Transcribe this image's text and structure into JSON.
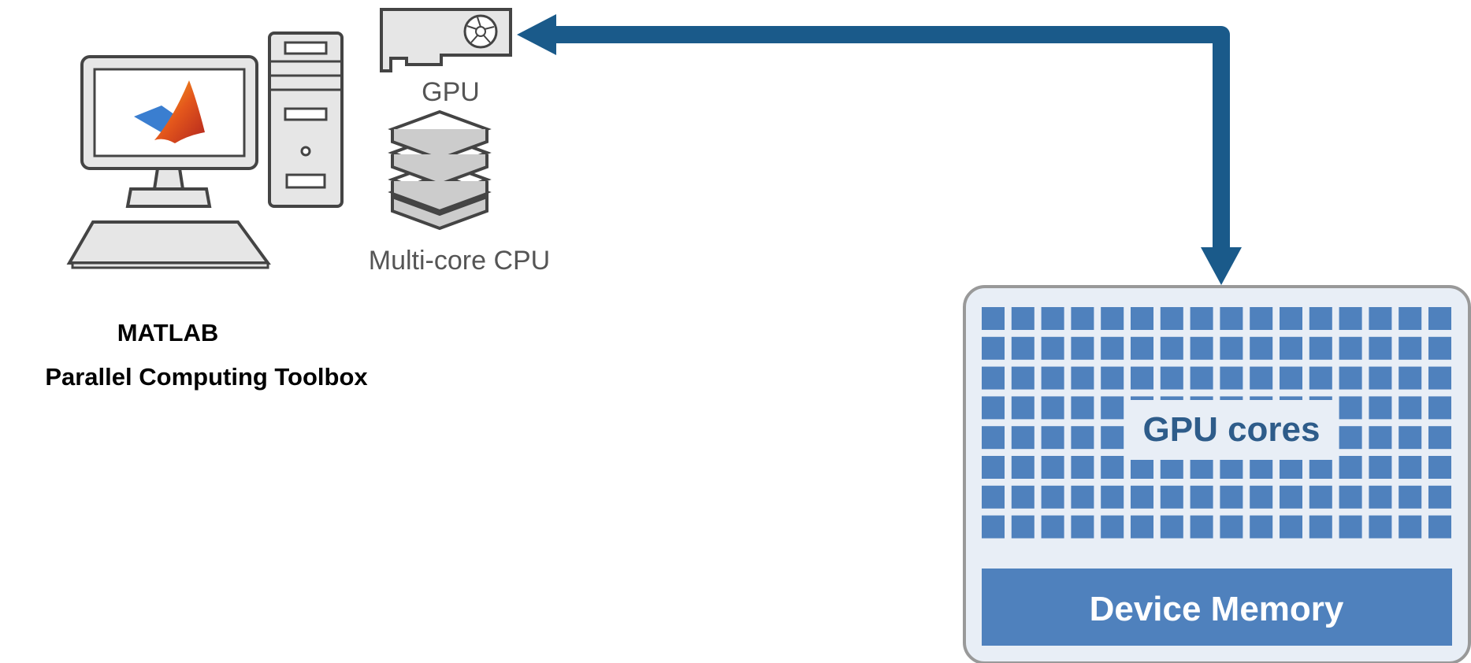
{
  "labels": {
    "gpu": "GPU",
    "cpu": "Multi-core CPU",
    "matlab": "MATLAB",
    "toolbox": "Parallel Computing Toolbox",
    "gpu_cores": "GPU cores",
    "device_memory": "Device Memory"
  },
  "icons": {
    "desktop": "desktop-computer-icon",
    "matlab_logo": "matlab-logo-icon",
    "gpu_card": "gpu-card-icon",
    "cpu_stack": "multi-core-cpu-icon"
  },
  "colors": {
    "arrow": "#1a5a8a",
    "core": "#4f81bd",
    "panel_bg": "#e8eef6",
    "panel_border": "#999999",
    "cores_text": "#2e5c8a",
    "device_memory_fill": "#4f81bd",
    "icon_stroke": "#444444",
    "icon_fill": "#e6e6e6"
  },
  "gpu_grid": {
    "rows": 8,
    "cols": 16
  }
}
